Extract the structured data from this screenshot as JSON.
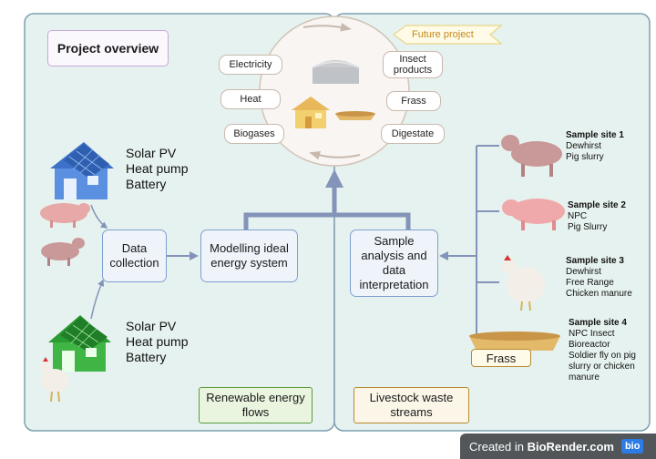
{
  "title": "Project overview",
  "future_project": "Future project",
  "circle_outputs": {
    "left": [
      "Electricity",
      "Heat",
      "Biogases"
    ],
    "right": [
      "Insect products",
      "Frass",
      "Digestate"
    ]
  },
  "farm_top": {
    "lines": [
      "Solar PV",
      "Heat pump",
      "Battery"
    ]
  },
  "farm_bottom": {
    "lines": [
      "Solar PV",
      "Heat pump",
      "Battery"
    ]
  },
  "process": {
    "data_collection": "Data collection",
    "modelling": "Modelling ideal energy system",
    "sample_analysis": "Sample analysis and data interpretation"
  },
  "panels": {
    "left_label": "Renewable energy flows",
    "right_label": "Livestock waste streams"
  },
  "sites": [
    {
      "title": "Sample site 1",
      "lines": [
        "Dewhirst",
        "Pig slurry"
      ]
    },
    {
      "title": "Sample site 2",
      "lines": [
        "NPC",
        "Pig Slurry"
      ]
    },
    {
      "title": "Sample site 3",
      "lines": [
        "Dewhirst",
        "Free Range",
        "Chicken manure"
      ]
    },
    {
      "title": "Sample site 4",
      "lines": [
        "NPC Insect",
        "Bioreactor",
        "Soldier fly on pig",
        "slurry or chicken",
        "manure"
      ]
    }
  ],
  "frass_label": "Frass",
  "footer": {
    "prefix": "Created in ",
    "brand": "BioRender.com",
    "logo": "bio"
  },
  "colors": {
    "panel_fill": "#e6f2ef",
    "panel_border": "#7f9fb1",
    "arrow": "#8393b9",
    "box_fill": "#eef4fa",
    "box_border": "#7f9fd0",
    "title_border": "#c8a8da",
    "legend_green": "#eaf5df",
    "legend_green_border": "#5b9a3c",
    "legend_tan": "#fbf6e8",
    "legend_tan_border": "#b78a2d",
    "house_blue": "#5b8fe0",
    "house_green": "#3fb545",
    "pig": "#e7a8a8",
    "footer_bg": "#525659"
  }
}
